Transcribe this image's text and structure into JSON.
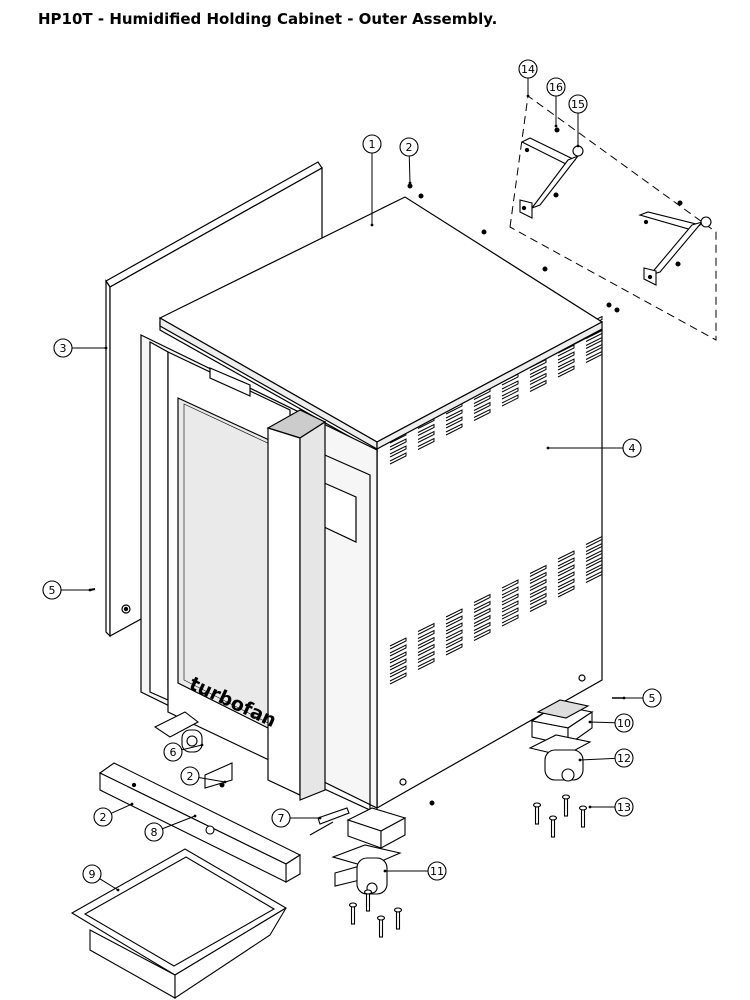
{
  "title": "HP10T - Humidified Holding Cabinet - Outer Assembly.",
  "brand_label": "turbofan",
  "colors": {
    "line": "#000000",
    "background": "#ffffff",
    "panel": "#f2f2f2",
    "dark": "#333333"
  },
  "callouts": [
    {
      "id": "c1",
      "label": "1"
    },
    {
      "id": "c2a",
      "label": "2"
    },
    {
      "id": "c2b",
      "label": "2"
    },
    {
      "id": "c2c",
      "label": "2"
    },
    {
      "id": "c3",
      "label": "3"
    },
    {
      "id": "c4",
      "label": "4"
    },
    {
      "id": "c5a",
      "label": "5"
    },
    {
      "id": "c5b",
      "label": "5"
    },
    {
      "id": "c6",
      "label": "6"
    },
    {
      "id": "c7",
      "label": "7"
    },
    {
      "id": "c8",
      "label": "8"
    },
    {
      "id": "c9",
      "label": "9"
    },
    {
      "id": "c10",
      "label": "10"
    },
    {
      "id": "c11",
      "label": "11"
    },
    {
      "id": "c12",
      "label": "12"
    },
    {
      "id": "c13",
      "label": "13"
    },
    {
      "id": "c14",
      "label": "14"
    },
    {
      "id": "c15",
      "label": "15"
    },
    {
      "id": "c16",
      "label": "16"
    }
  ]
}
